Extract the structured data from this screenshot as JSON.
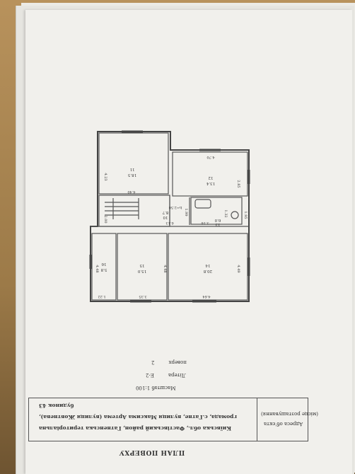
{
  "document": {
    "title": "ПЛАН ПОВЕРХУ",
    "address_label": "Адреса об'єкта",
    "address_label_note": "(місце розташування)",
    "address_line1": "Київська обл., Фастівський район, Гатненська територіальна",
    "address_line2": "громада, с.Гатне, вулиця Максима Артема (вулиця Жовтнева),",
    "address_line3": "будинок 43",
    "scale": "Масштаб 1:100",
    "litera_label": "Літера",
    "litera_value": "Е-2",
    "floor_label": "поверх",
    "floor_value": "2"
  },
  "floor_plan": {
    "rooms": [
      {
        "number": "11",
        "area": "18.5"
      },
      {
        "number": "12",
        "area": "13.4"
      },
      {
        "number": "10",
        "area": "8.7"
      },
      {
        "number": "13",
        "area": "6.0"
      },
      {
        "number": "14",
        "area": "20.8"
      },
      {
        "number": "15",
        "area": "15.0"
      },
      {
        "number": "16",
        "area": "5.8"
      }
    ],
    "dimensions": [
      "4.23",
      "4.40",
      "4.70",
      "2.85",
      "2.00",
      "1.99",
      "6.13",
      "3.16",
      "1.32",
      "1.95",
      "h=2.50",
      "4.48",
      "4.49",
      "4.48",
      "1.22",
      "3.35",
      "4.64"
    ]
  }
}
